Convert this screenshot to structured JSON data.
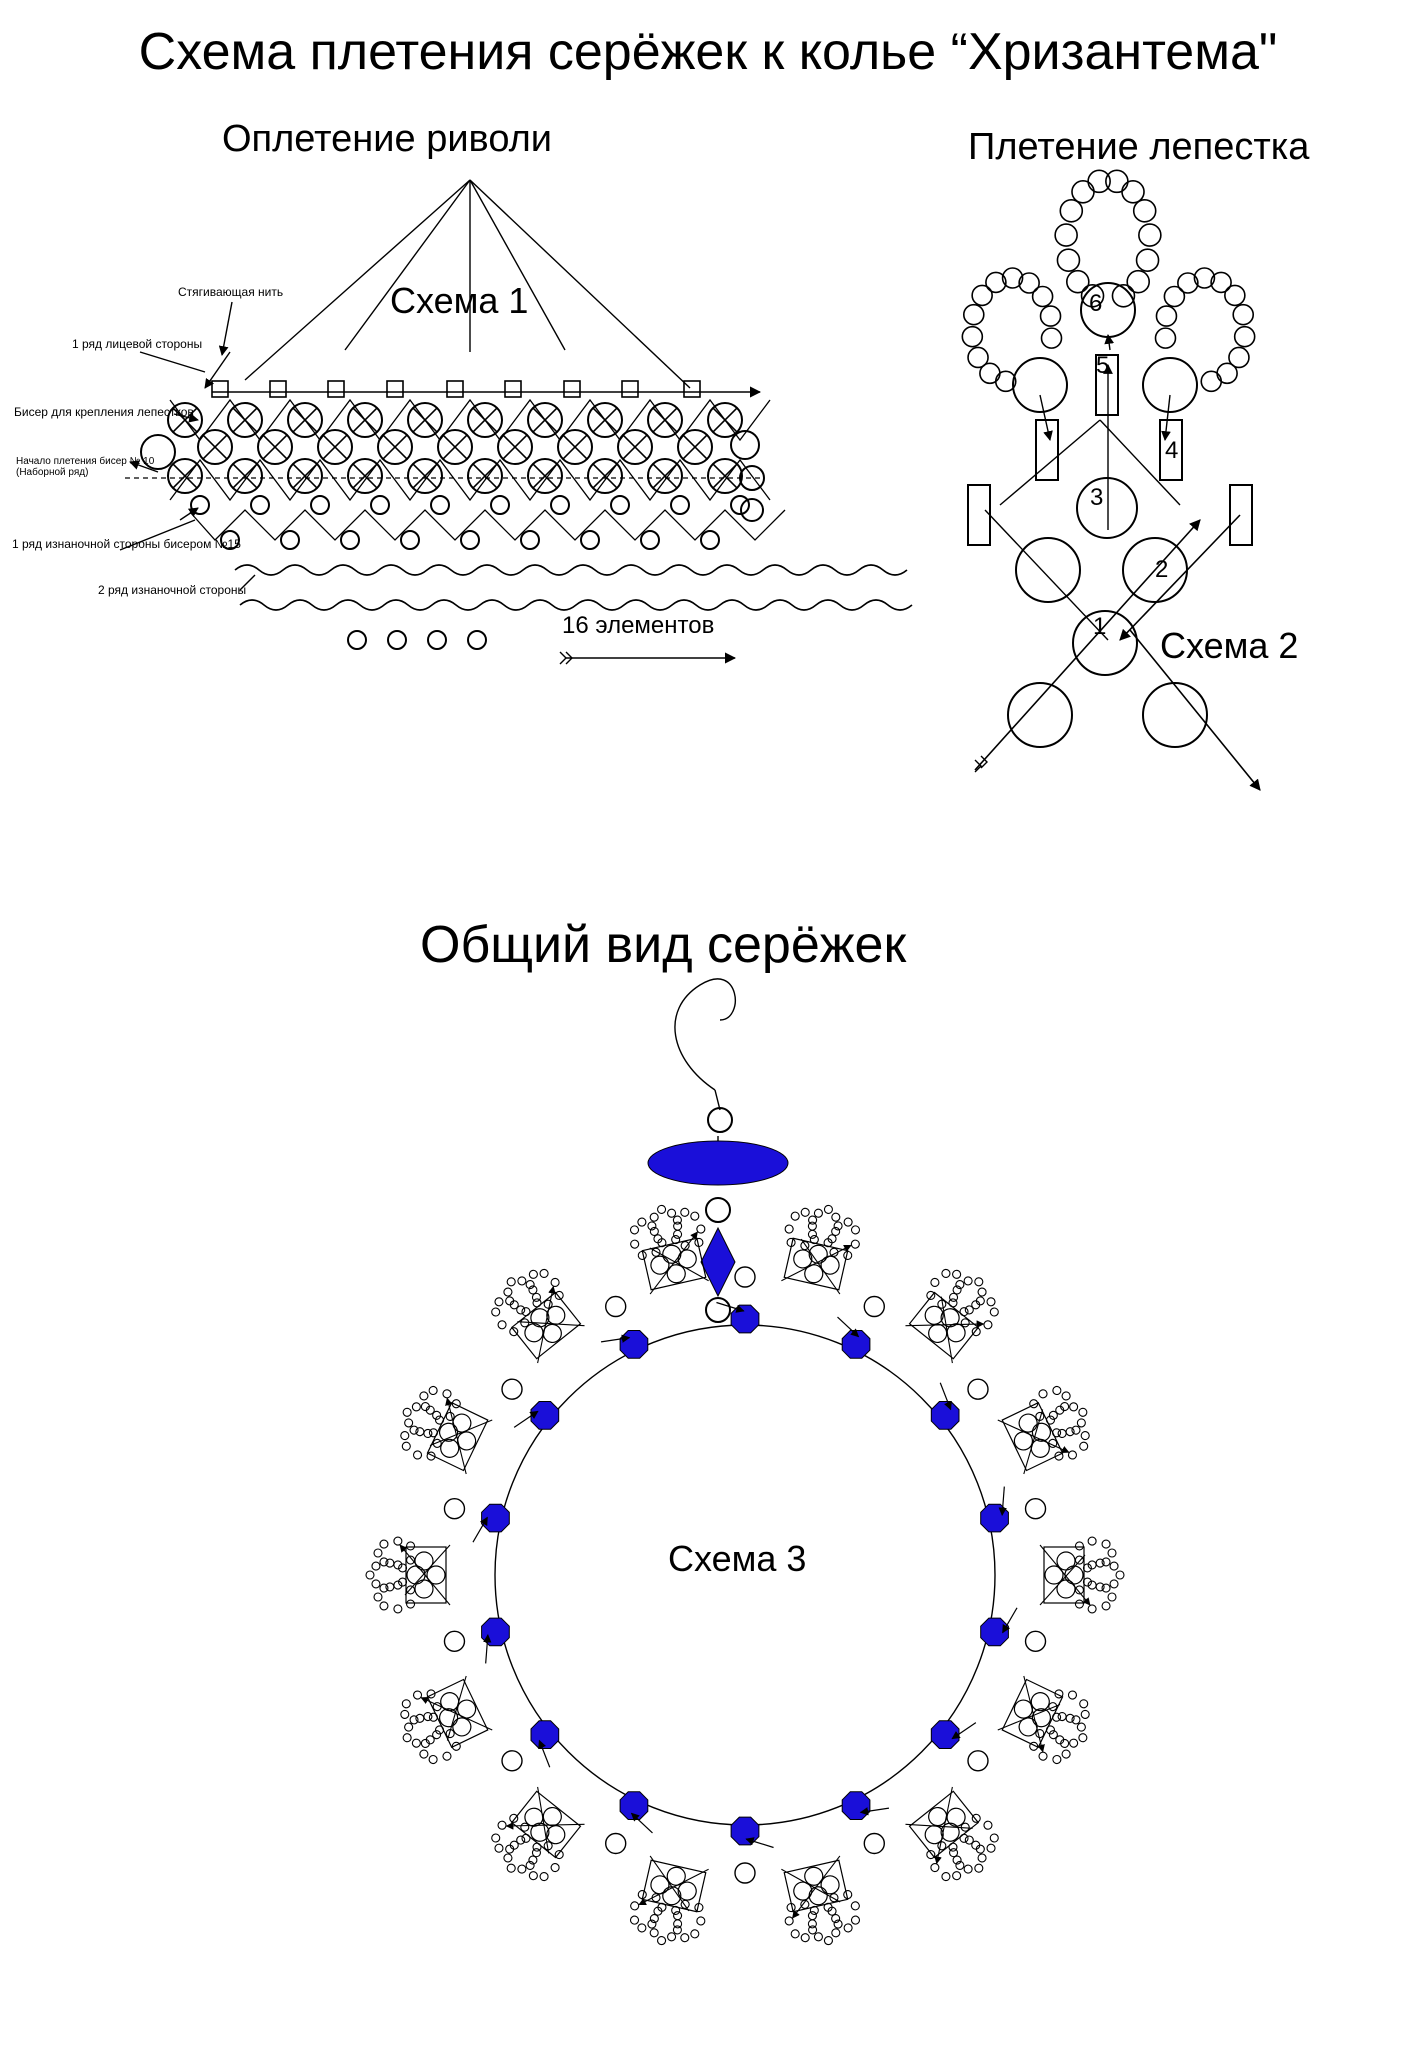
{
  "title": "Схема плетения серёжек к колье “Хризантема\"",
  "scheme1": {
    "heading": "Оплетение риволи",
    "label": "Схема 1",
    "annotations": {
      "tightening_thread": "Стягивающая нить",
      "row1_face": "1 ряд лицевой стороны",
      "petal_beads": "Бисер для крепления лепестков",
      "start_line1": "Начало плетения бисер № 10",
      "start_line2": "(Наборной ряд)",
      "row1_back": "1 ряд изнаночной стороны бисером №15",
      "row2_back": "2 ряд изнаночной стороны"
    },
    "elements_note": "16 элементов"
  },
  "scheme2": {
    "heading": "Плетение лепестка",
    "label": "Схема 2",
    "steps": [
      "1",
      "2",
      "3",
      "4",
      "5",
      "6"
    ]
  },
  "scheme3": {
    "heading": "Общий вид серёжек",
    "label": "Схема 3"
  },
  "colors": {
    "ink": "#000000",
    "accent_blue": "#1a0fd9",
    "background": "#ffffff"
  }
}
